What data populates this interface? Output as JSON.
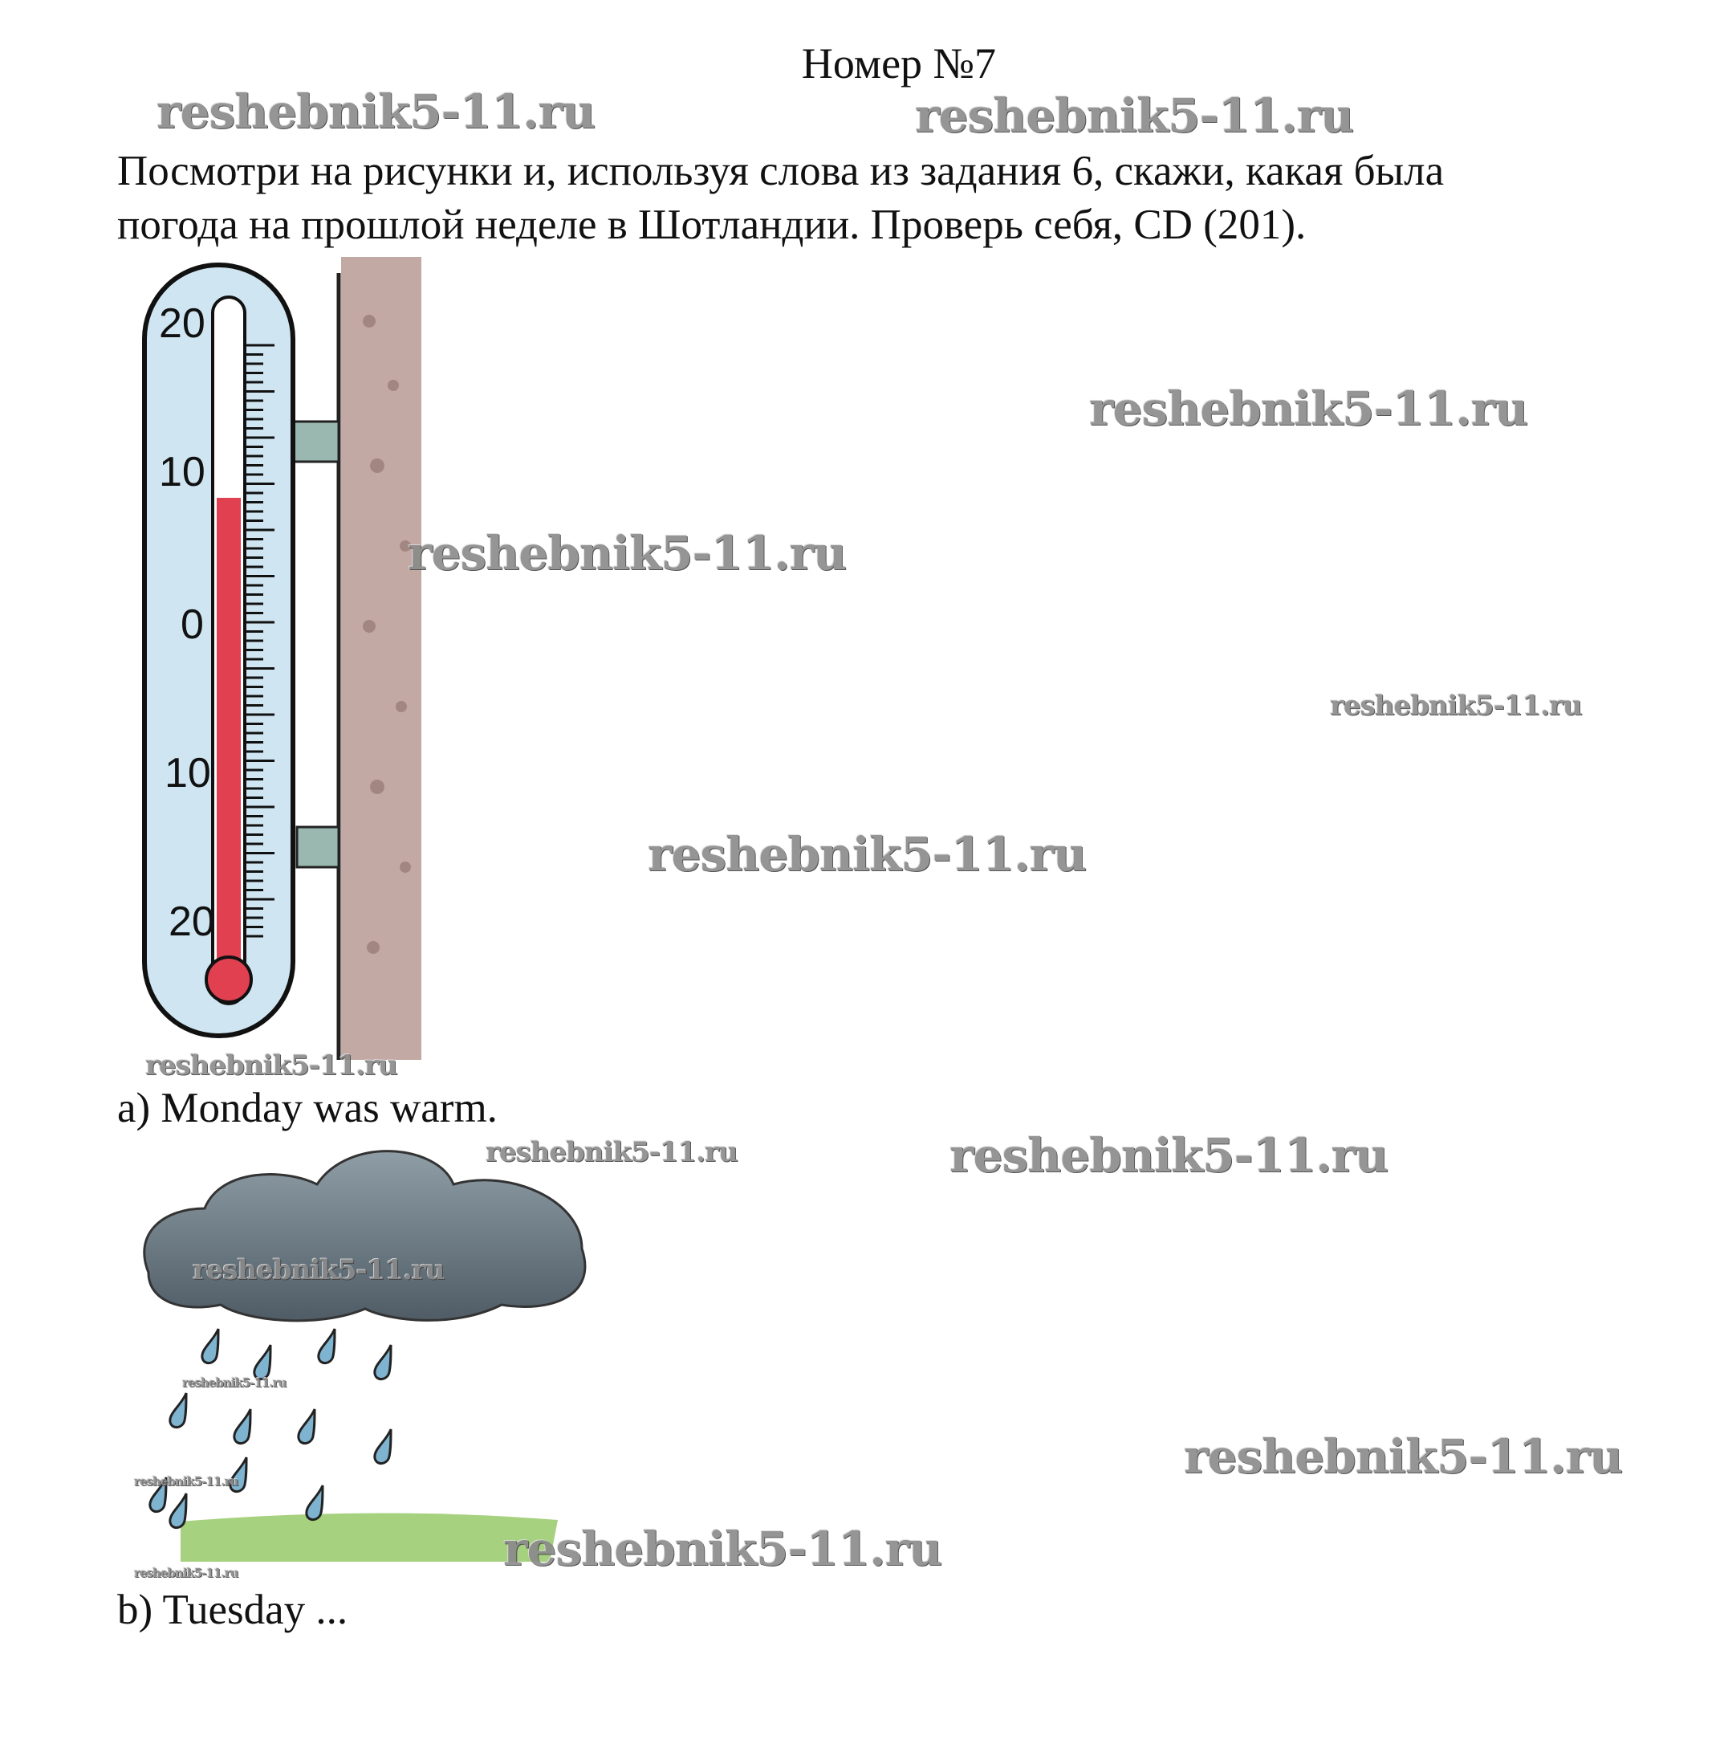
{
  "title": "Номер №7",
  "instruction_line1": "Посмотри на рисунки и, используя слова из задания 6, скажи, какая была",
  "instruction_line2": "погода на прошлой неделе в Шотландии. Проверь себя, CD (201).",
  "thermometer": {
    "labels": [
      "20",
      "10",
      "0",
      "10",
      "20"
    ],
    "reading_celsius": 8
  },
  "caption_a": "a) Monday was warm.",
  "caption_b": "b) Tuesday ...",
  "watermark": "reshebnik5-11.ru",
  "colors": {
    "mercury": "#e04050",
    "glass": "#cfe6f2",
    "wall": "#b89a94",
    "grass": "#9ccc70"
  }
}
